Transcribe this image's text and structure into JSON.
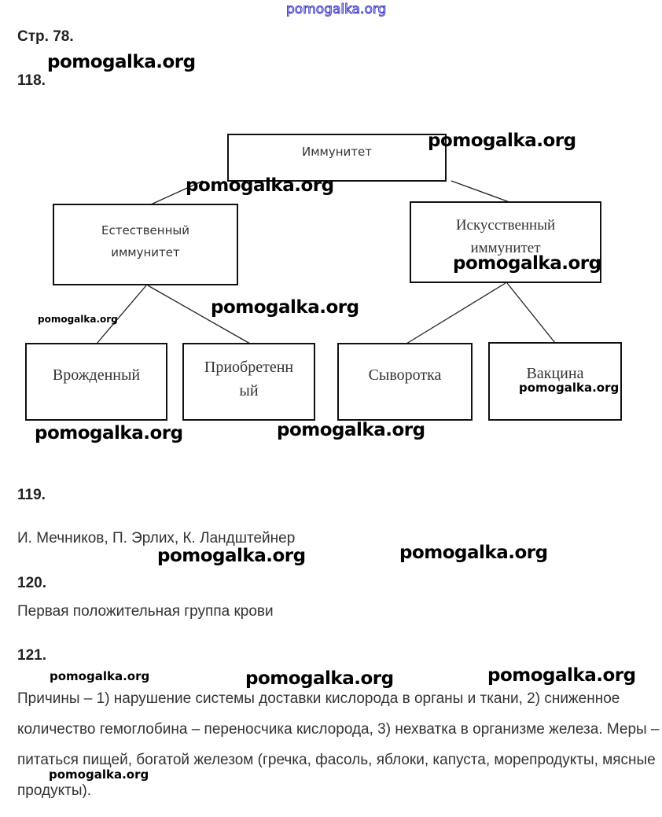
{
  "top_watermark": "pomogalka.org",
  "page_label": "Стр. 78.",
  "watermark": "pomogalka.org",
  "task118": {
    "number": "118.",
    "diagram": {
      "root": "Иммунитет",
      "natural": [
        "Естественный",
        "иммунитет"
      ],
      "artificial": [
        "Искусственный",
        "иммунитет"
      ],
      "innate": "Врожденный",
      "acquired": [
        "Приобретенн",
        "ый"
      ],
      "serum": "Сыворотка",
      "vaccine": "Вакцина"
    }
  },
  "task119": {
    "number": "119.",
    "answer": "И. Мечников, П. Эрлих, К. Ландштейнер"
  },
  "task120": {
    "number": "120.",
    "answer": "Первая положительная группа крови"
  },
  "task121": {
    "number": "121.",
    "answer": "Причины – 1) нарушение системы доставки кислорода в органы и ткани, 2) сниженное количество гемоглобина – переносчика кислорода, 3) нехватка в организме железа. Меры – питаться пищей, богатой железом (гречка, фасоль, яблоки, капуста, морепродукты, мясные продукты)."
  }
}
